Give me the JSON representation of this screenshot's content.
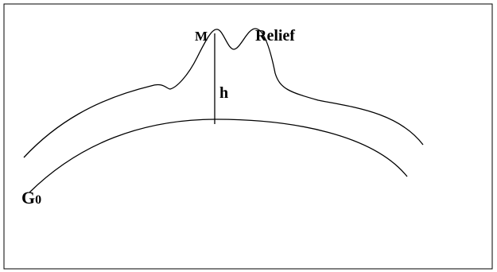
{
  "labels": {
    "point": "M",
    "relief": "Relief",
    "height": "h",
    "geoid": {
      "main": "G",
      "subscript": "0"
    }
  },
  "colors": {
    "stroke": "#000000",
    "background": "#ffffff"
  }
}
